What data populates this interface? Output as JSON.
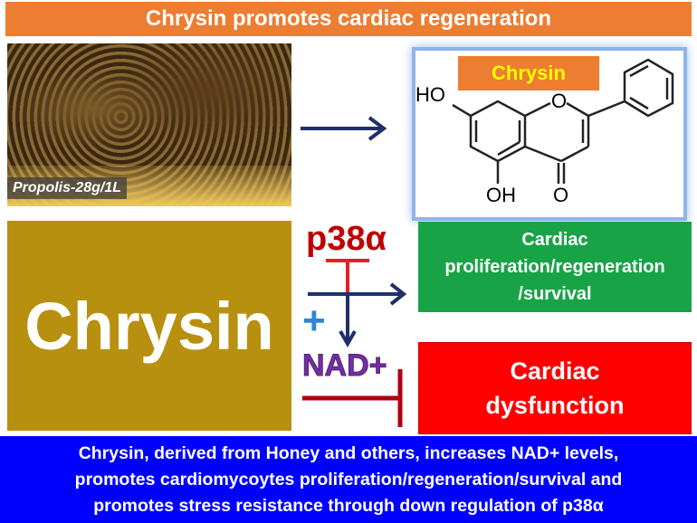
{
  "title": "Chrysin promotes cardiac regeneration",
  "photo_label": "Propolis-28g/1L",
  "molecule": {
    "name": "Chrysin",
    "atoms": {
      "ho": "HO",
      "o_ring": "O",
      "oh": "OH",
      "o_carbonyl": "O"
    }
  },
  "chrysin_label": "Chrysin",
  "p38": "p38α",
  "plus": "+",
  "nad": "NAD+",
  "green_box": {
    "lines": [
      "Cardiac",
      "proliferation/regeneration",
      "/survival"
    ]
  },
  "red_box": {
    "lines": [
      "Cardiac",
      "dysfunction"
    ]
  },
  "footer": {
    "lines": [
      "Chrysin, derived from Honey and others, increases NAD+ levels,",
      "promotes cardiomycoytes proliferation/regeneration/survival and",
      "promotes stress resistance through down regulation of p38α"
    ]
  },
  "colors": {
    "title": "#ed7d31",
    "chrysin_box": "#b8900f",
    "green": "#19a347",
    "red": "#ff0000",
    "footer": "#0000ff",
    "arrow": "#1f2f6b",
    "inhibit": "#c00000"
  }
}
